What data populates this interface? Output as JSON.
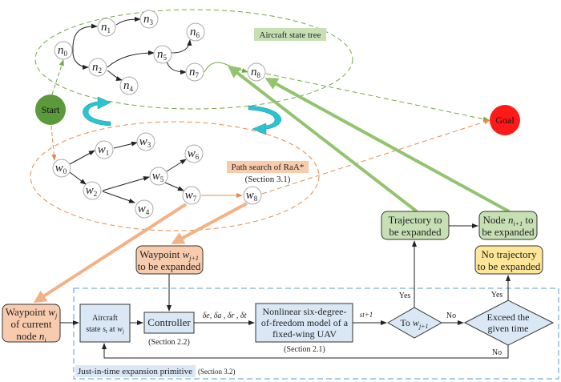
{
  "colors": {
    "state_tree": "#70a845",
    "path_search": "#e8894a",
    "start": "#5a9a3a",
    "goal": "#ff1a1a",
    "green_box": "#c6e0b4",
    "orange_box": "#f8cbad",
    "yellow_box": "#ffe699",
    "blue_box": "#dae8f5",
    "primitive_border": "#5b9bd5",
    "cycle_arrow": "#29c4d0"
  },
  "tree": {
    "label": "Aircraft state tree",
    "nodes": [
      {
        "id": "n0",
        "base": "n",
        "sub": "0"
      },
      {
        "id": "n1",
        "base": "n",
        "sub": "1"
      },
      {
        "id": "n2",
        "base": "n",
        "sub": "2"
      },
      {
        "id": "n3",
        "base": "n",
        "sub": "3"
      },
      {
        "id": "n4",
        "base": "n",
        "sub": "4"
      },
      {
        "id": "n5",
        "base": "n",
        "sub": "5"
      },
      {
        "id": "n6",
        "base": "n",
        "sub": "6"
      },
      {
        "id": "n7",
        "base": "n",
        "sub": "7"
      },
      {
        "id": "n8",
        "base": "n",
        "sub": "8"
      }
    ]
  },
  "search": {
    "label": "Path search of RaA*",
    "section": "(Section 3.1)",
    "nodes": [
      {
        "id": "w0",
        "base": "w",
        "sub": "0"
      },
      {
        "id": "w1",
        "base": "w",
        "sub": "1"
      },
      {
        "id": "w2",
        "base": "w",
        "sub": "2"
      },
      {
        "id": "w3",
        "base": "w",
        "sub": "3"
      },
      {
        "id": "w4",
        "base": "w",
        "sub": "4"
      },
      {
        "id": "w5",
        "base": "w",
        "sub": "5"
      },
      {
        "id": "w6",
        "base": "w",
        "sub": "6"
      },
      {
        "id": "w7",
        "base": "w",
        "sub": "7"
      },
      {
        "id": "w8",
        "base": "w",
        "sub": "8"
      }
    ]
  },
  "start": "Start",
  "goal": "Goal",
  "boxes": {
    "waypoint_next": {
      "line1": "Waypoint ",
      "var": "w",
      "sub": "j+1",
      "line2": "to be expanded"
    },
    "waypoint_current": {
      "line1": "Waypoint ",
      "var": "w",
      "sub": "j",
      "line2": "of current",
      "line3": "node ",
      "var3": "n",
      "sub3": "i"
    },
    "aircraft_state": {
      "line1": "Aircraft",
      "line2": "state ",
      "var": "s",
      "sub": "t",
      "mid": " at ",
      "var2": "w",
      "sub2": "j"
    },
    "controller": {
      "label": "Controller",
      "section": "(Section 2.2)"
    },
    "control_signals": "δe, δa , δr , δt",
    "model": {
      "line1": "Nonlinear six-degree-",
      "line2": "of-freedom model of a",
      "line3": "fixed-wing UAV",
      "section": "(Section 2.1)"
    },
    "state_next": "st+1",
    "decision_waypoint": {
      "label": "To ",
      "var": "w",
      "sub": "j+1"
    },
    "decision_time": {
      "line1": "Exceed the",
      "line2": "given time"
    },
    "trajectory": {
      "line1": "Trajectory to",
      "line2": "be expanded"
    },
    "node_next": {
      "line1": "Node ",
      "var": "n",
      "sub": "i+1",
      "mid": " to",
      "line2": "be expanded"
    },
    "no_trajectory": {
      "line1": "No trajectory",
      "line2": "to be expanded"
    },
    "primitive": {
      "label": "Just-in-time expansion primitive",
      "section": "(Section 3.2)"
    }
  },
  "edge_labels": {
    "yes": "Yes",
    "no": "No"
  }
}
